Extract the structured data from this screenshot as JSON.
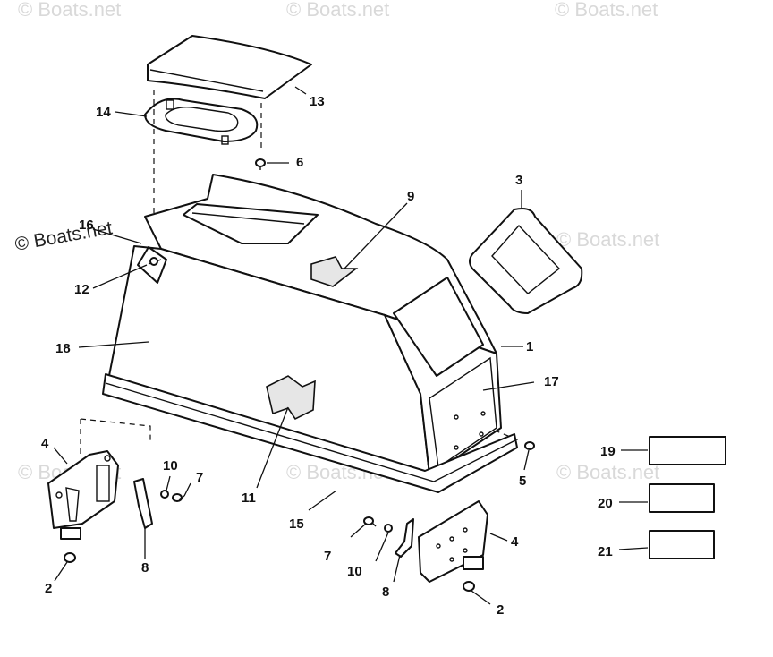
{
  "watermark": {
    "text": "© Boats.net"
  },
  "callouts": [
    {
      "id": "1",
      "label": "1"
    },
    {
      "id": "2a",
      "label": "2"
    },
    {
      "id": "2b",
      "label": "2"
    },
    {
      "id": "3",
      "label": "3"
    },
    {
      "id": "4a",
      "label": "4"
    },
    {
      "id": "4b",
      "label": "4"
    },
    {
      "id": "5",
      "label": "5"
    },
    {
      "id": "6",
      "label": "6"
    },
    {
      "id": "7a",
      "label": "7"
    },
    {
      "id": "7b",
      "label": "7"
    },
    {
      "id": "8a",
      "label": "8"
    },
    {
      "id": "8b",
      "label": "8"
    },
    {
      "id": "9",
      "label": "9"
    },
    {
      "id": "10a",
      "label": "10"
    },
    {
      "id": "10b",
      "label": "10"
    },
    {
      "id": "11",
      "label": "11"
    },
    {
      "id": "12",
      "label": "12"
    },
    {
      "id": "13",
      "label": "13"
    },
    {
      "id": "14",
      "label": "14"
    },
    {
      "id": "15",
      "label": "15"
    },
    {
      "id": "16",
      "label": "16"
    },
    {
      "id": "17",
      "label": "17"
    },
    {
      "id": "18",
      "label": "18"
    },
    {
      "id": "19",
      "label": "19"
    },
    {
      "id": "20",
      "label": "20"
    },
    {
      "id": "21",
      "label": "21"
    }
  ]
}
